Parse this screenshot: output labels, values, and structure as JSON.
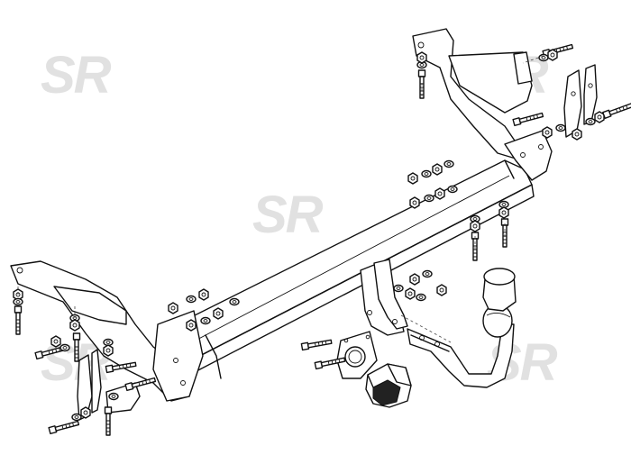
{
  "watermark": {
    "text": "SR",
    "color": "#c9c9c9"
  },
  "diagram": {
    "description_icons": [
      "tow-bar-crossbeam",
      "mounting-bracket",
      "tow-ball-neck",
      "ball-cap",
      "electrical-socket",
      "socket-plate",
      "bolt",
      "nut",
      "washer"
    ],
    "line_color": "#111111",
    "background": "#ffffff"
  }
}
